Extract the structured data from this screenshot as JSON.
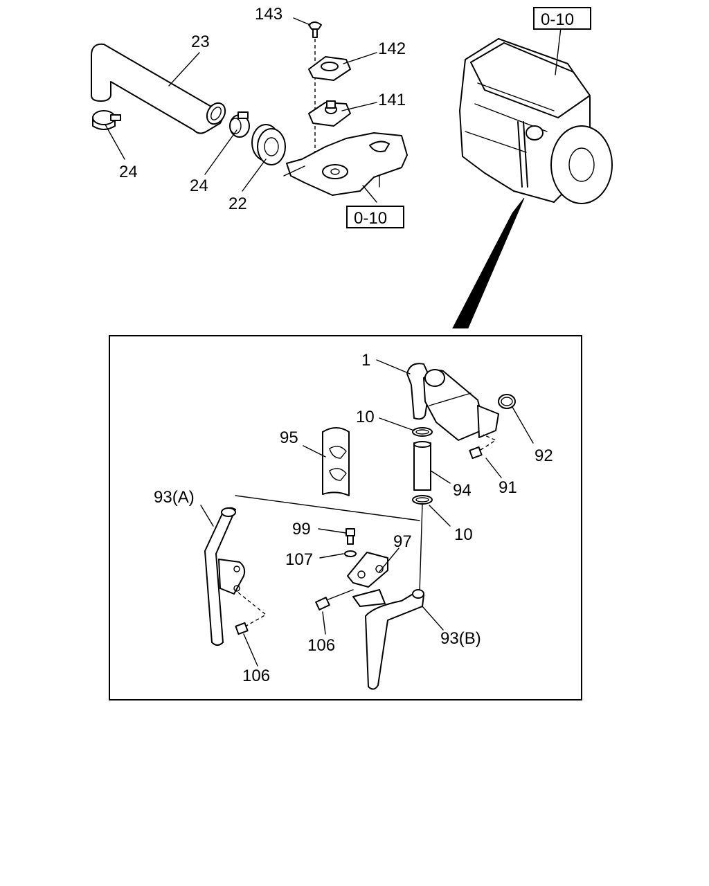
{
  "callouts": {
    "c143": "143",
    "c142": "142",
    "c141": "141",
    "c23": "23",
    "c24_left": "24",
    "c24_mid": "24",
    "c22": "22",
    "c1": "1",
    "c10_top": "10",
    "c10_bottom": "10",
    "c92": "92",
    "c91": "91",
    "c94": "94",
    "c95": "95",
    "c93a": "93(A)",
    "c93b": "93(B)",
    "c99": "99",
    "c107": "107",
    "c97": "97",
    "c106_left": "106",
    "c106_mid": "106"
  },
  "references": {
    "engine_ref": "0-10",
    "cover_ref": "0-10"
  }
}
